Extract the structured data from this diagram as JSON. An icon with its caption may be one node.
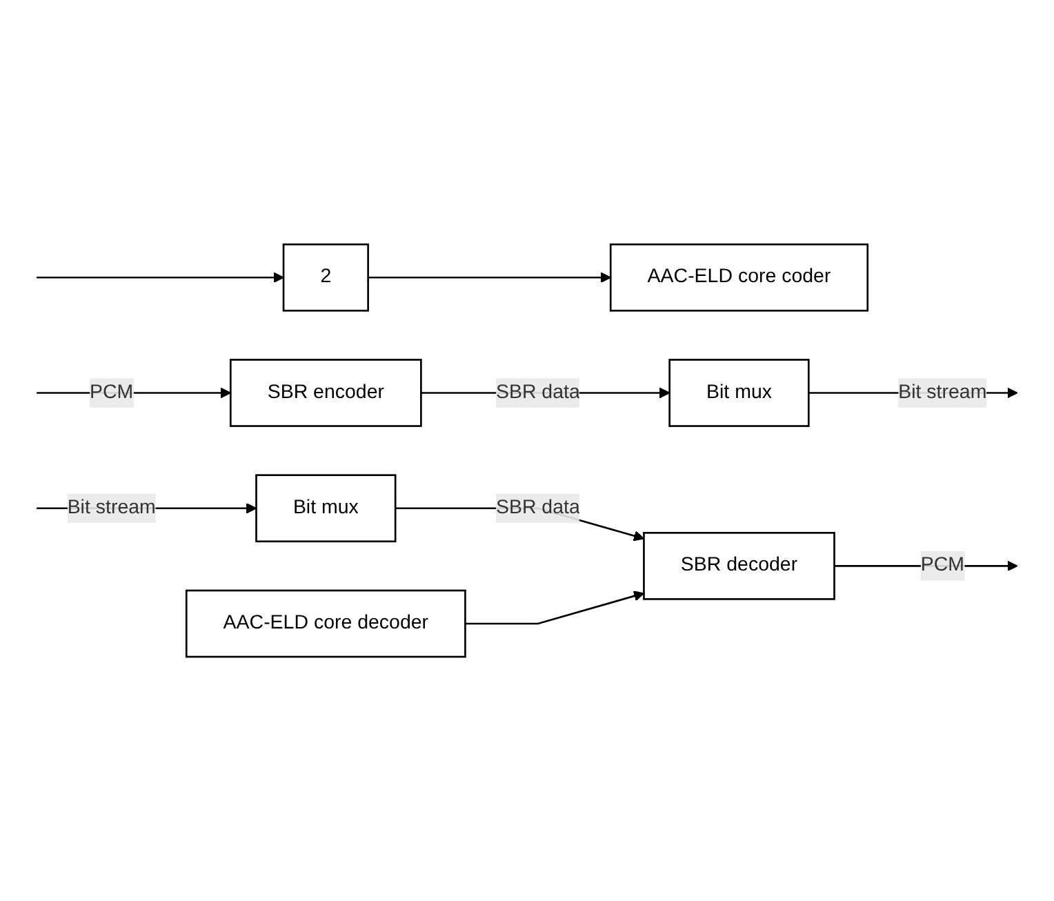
{
  "diagram": {
    "nodes": [
      {
        "text": [
          "SBR encoder"
        ]
      },
      {
        "text": [
          "2"
        ]
      },
      {
        "text": [
          "AAC-ELD core coder"
        ]
      },
      {
        "text": [
          "Bit mux"
        ]
      },
      {
        "text": [
          "Bit mux"
        ]
      },
      {
        "text": [
          "AAC-ELD core decoder"
        ]
      },
      {
        "text": [
          "SBR decoder"
        ]
      }
    ],
    "edges": [
      {
        "from": null,
        "to": 0,
        "arrow": "to",
        "label": "PCM"
      },
      {
        "from": null,
        "to": 1,
        "arrow": "to"
      },
      {
        "from": 1,
        "to": 2,
        "arrow": "to"
      },
      {
        "from": 0,
        "to": 3,
        "arrow": "to",
        "label": "SBR data"
      },
      {
        "from": 3,
        "to": null,
        "arrow": "to",
        "label": "Bit stream"
      },
      {
        "from": null,
        "to": 4,
        "arrow": "to",
        "label": "Bit stream"
      },
      {
        "from": 4,
        "to": 6,
        "arrow": "to",
        "label": "SBR data"
      },
      {
        "from": 5,
        "to": 6,
        "arrow": "to"
      },
      {
        "from": 6,
        "to": null,
        "arrow": "to",
        "label": "PCM"
      }
    ]
  }
}
